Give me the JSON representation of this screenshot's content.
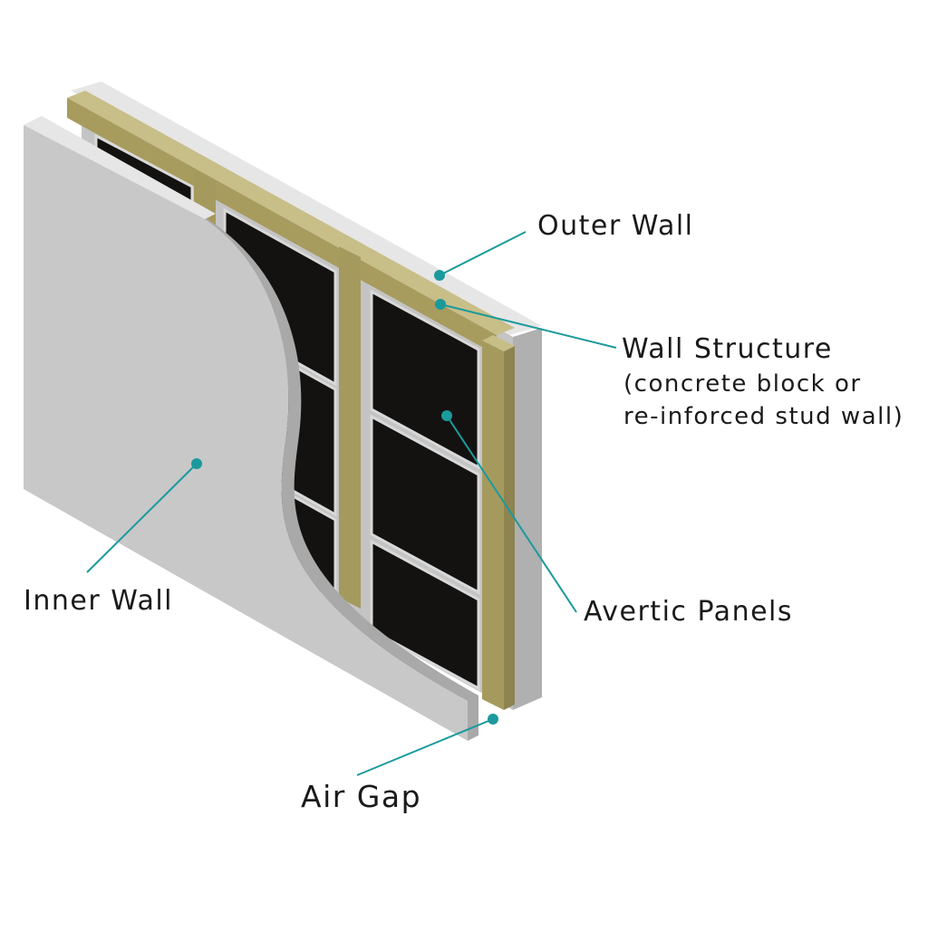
{
  "diagram": {
    "labels": {
      "outer_wall": "Outer Wall",
      "wall_structure": "Wall Structure",
      "wall_structure_note_1": "(concrete block or",
      "wall_structure_note_2": "re-inforced stud wall)",
      "avertic_panels": "Avertic Panels",
      "inner_wall": "Inner Wall",
      "air_gap": "Air Gap"
    },
    "colors": {
      "leader_line": "#1a9a9c",
      "stud_wood": "#a69a5f",
      "stud_wood_light": "#c7bd86",
      "panel": "#141210",
      "board_face": "#c9c9c9",
      "board_edge": "#e4e4e4",
      "board_side": "#b3b3b3"
    }
  }
}
